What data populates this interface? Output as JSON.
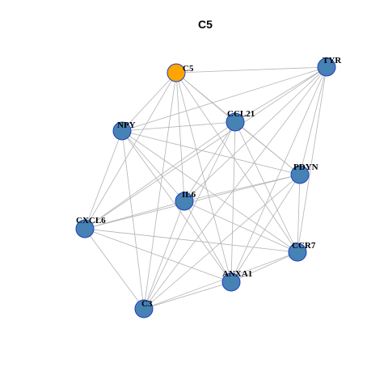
{
  "title": "C5",
  "colors": {
    "hub": "#FFA500",
    "node": "#4682B4",
    "node_border": "#1F3FBF",
    "edge": "#B3B3B3"
  },
  "chart_data": {
    "type": "network",
    "title": "C5",
    "nodes": [
      {
        "id": "C5",
        "hub": true
      },
      {
        "id": "TYR",
        "hub": false
      },
      {
        "id": "NPY",
        "hub": false
      },
      {
        "id": "CCL21",
        "hub": false
      },
      {
        "id": "PDYN",
        "hub": false
      },
      {
        "id": "IL6",
        "hub": false
      },
      {
        "id": "CXCL6",
        "hub": false
      },
      {
        "id": "CCR7",
        "hub": false
      },
      {
        "id": "ANXA1",
        "hub": false
      },
      {
        "id": "C3",
        "hub": false
      }
    ],
    "edges": [
      [
        "C5",
        "TYR"
      ],
      [
        "C5",
        "NPY"
      ],
      [
        "C5",
        "CCL21"
      ],
      [
        "C5",
        "PDYN"
      ],
      [
        "C5",
        "IL6"
      ],
      [
        "C5",
        "CXCL6"
      ],
      [
        "C5",
        "CCR7"
      ],
      [
        "C5",
        "ANXA1"
      ],
      [
        "C5",
        "C3"
      ],
      [
        "TYR",
        "NPY"
      ],
      [
        "TYR",
        "CCL21"
      ],
      [
        "TYR",
        "PDYN"
      ],
      [
        "TYR",
        "IL6"
      ],
      [
        "TYR",
        "CXCL6"
      ],
      [
        "TYR",
        "CCR7"
      ],
      [
        "TYR",
        "ANXA1"
      ],
      [
        "TYR",
        "C3"
      ],
      [
        "NPY",
        "PDYN"
      ],
      [
        "NPY",
        "IL6"
      ],
      [
        "NPY",
        "CXCL6"
      ],
      [
        "NPY",
        "CCR7"
      ],
      [
        "NPY",
        "ANXA1"
      ],
      [
        "NPY",
        "C3"
      ],
      [
        "CCL21",
        "NPY"
      ],
      [
        "CCL21",
        "PDYN"
      ],
      [
        "CCL21",
        "IL6"
      ],
      [
        "CCL21",
        "CXCL6"
      ],
      [
        "CCL21",
        "CCR7"
      ],
      [
        "CCL21",
        "ANXA1"
      ],
      [
        "CCL21",
        "C3"
      ],
      [
        "PDYN",
        "IL6"
      ],
      [
        "PDYN",
        "CXCL6"
      ],
      [
        "PDYN",
        "ANXA1"
      ],
      [
        "PDYN",
        "C3"
      ],
      [
        "PDYN",
        "CCR7"
      ],
      [
        "IL6",
        "CXCL6"
      ],
      [
        "IL6",
        "CCR7"
      ],
      [
        "IL6",
        "ANXA1"
      ],
      [
        "IL6",
        "C3"
      ],
      [
        "CXCL6",
        "CCR7"
      ],
      [
        "CXCL6",
        "C3"
      ],
      [
        "CXCL6",
        "ANXA1"
      ],
      [
        "CCR7",
        "ANXA1"
      ],
      [
        "CCR7",
        "C3"
      ],
      [
        "ANXA1",
        "C3"
      ]
    ]
  }
}
